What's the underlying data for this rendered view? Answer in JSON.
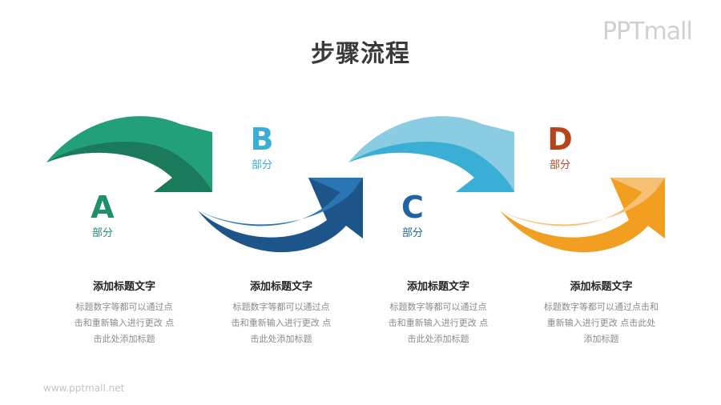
{
  "title": "步骤流程",
  "logo": "PPTmall",
  "footer": "www.pptmall.net",
  "colors": {
    "a_light": "#23a07a",
    "a_dark": "#1b7a5c",
    "b_light": "#2a76b5",
    "b_dark": "#1d548a",
    "c_light": "#8acde3",
    "c_dark": "#3aaed4",
    "d_light": "#f6c174",
    "d_dark": "#f29e20"
  },
  "steps": [
    {
      "letter": "A",
      "part": "部分",
      "color": "#1f8f6c",
      "card_title": "添加标题文字",
      "card_lines": [
        "标题数字等都可以通过点",
        "击和重新输入进行更改 点",
        "击此处添加标题"
      ]
    },
    {
      "letter": "B",
      "part": "部分",
      "color": "#3aaed4",
      "card_title": "添加标题文字",
      "card_lines": [
        "标题数字等都可以通过点",
        "击和重新输入进行更改 点",
        "击此处添加标题"
      ]
    },
    {
      "letter": "C",
      "part": "部分",
      "color": "#1f63a3",
      "card_title": "添加标题文字",
      "card_lines": [
        "标题数字等都可以通过点",
        "击和重新输入进行更改 点",
        "击此处添加标题"
      ]
    },
    {
      "letter": "D",
      "part": "部分",
      "color": "#b5461c",
      "card_title": "添加标题文字",
      "card_lines": [
        "标题数字等都可以通过点击和",
        "重新输入进行更改 点击此处",
        "添加标题"
      ]
    }
  ]
}
